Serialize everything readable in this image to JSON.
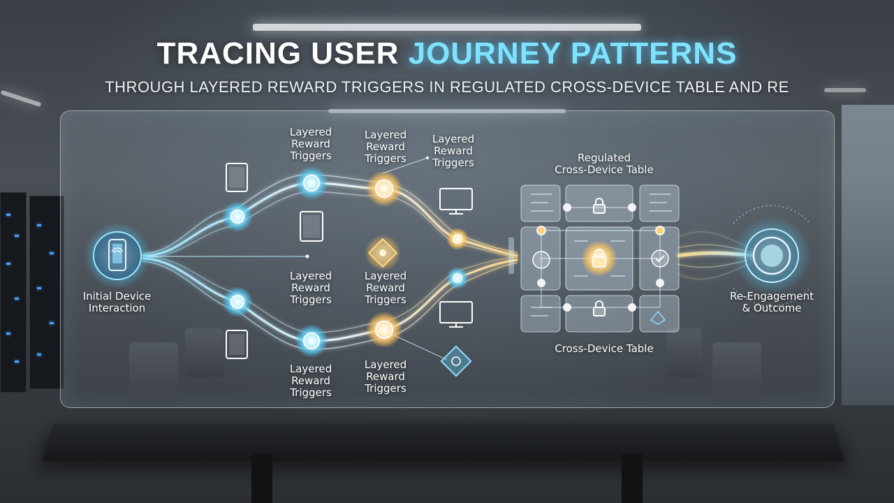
{
  "title": {
    "part1": "TRACING USER ",
    "part2": "JOURNEY PATTERNS"
  },
  "subtitle": "THROUGH LAYERED REWARD TRIGGERS IN REGULATED CROSS-DEVICE TABLE AND RE",
  "nodes": {
    "start": {
      "line1": "Initial Device",
      "line2": "Interaction"
    },
    "trigger_top_left": {
      "line1": "Layered",
      "line2": "Reward",
      "line3": "Triggers"
    },
    "trigger_top_mid": {
      "line1": "Layered",
      "line2": "Reward",
      "line3": "Triggers"
    },
    "trigger_top_right": {
      "line1": "Layered",
      "line2": "Reward",
      "line3": "Triggers"
    },
    "trigger_mid_left": {
      "line1": "Layered",
      "line2": "Reward",
      "line3": "Triggers"
    },
    "trigger_mid_mid": {
      "line1": "Layered",
      "line2": "Reward",
      "line3": "Triggers"
    },
    "trigger_bot_left": {
      "line1": "Layered",
      "line2": "Reward",
      "line3": "Triggers"
    },
    "trigger_bot_mid": {
      "line1": "Layered",
      "line2": "Reward",
      "line3": "Triggers"
    },
    "table_top": {
      "line1": "Regulated",
      "line2": "Cross-Device Table"
    },
    "table_bottom": {
      "line1": "Cross-Device Table"
    },
    "end": {
      "line1": "Re-Engagement",
      "line2": "& Outcome"
    }
  },
  "colors": {
    "cyan": "#7fe3ff",
    "gold": "#ffd27a",
    "panel_border": "#dcebf5"
  }
}
